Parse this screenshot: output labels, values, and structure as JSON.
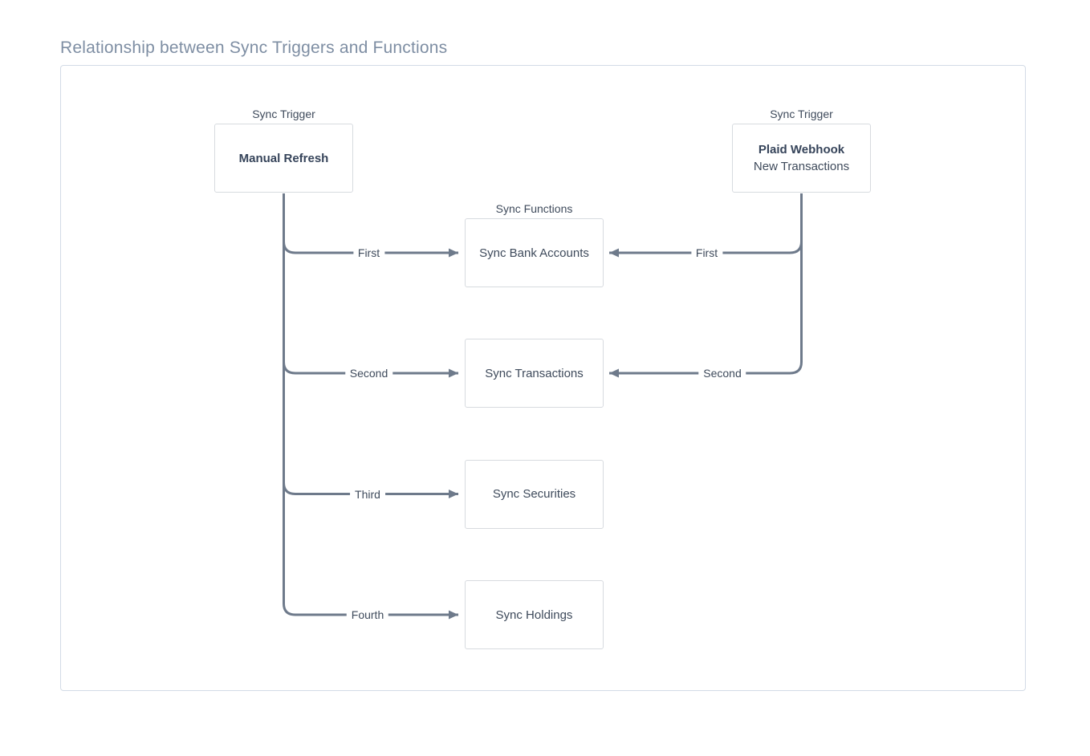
{
  "title": "Relationship between Sync Triggers and Functions",
  "diagram": {
    "trigger_group_label_left": "Sync Trigger",
    "trigger_group_label_right": "Sync Trigger",
    "functions_group_label": "Sync Functions",
    "triggers": [
      {
        "id": "manual-refresh",
        "title": "Manual Refresh"
      },
      {
        "id": "plaid-webhook",
        "title": "Plaid Webhook",
        "subtitle": "New Transactions"
      }
    ],
    "functions": [
      {
        "id": "sync-bank-accounts",
        "label": "Sync Bank Accounts"
      },
      {
        "id": "sync-transactions",
        "label": "Sync Transactions"
      },
      {
        "id": "sync-securities",
        "label": "Sync Securities"
      },
      {
        "id": "sync-holdings",
        "label": "Sync Holdings"
      }
    ],
    "edges": [
      {
        "from": "Manual Refresh",
        "to": "Sync Bank Accounts",
        "label": "First"
      },
      {
        "from": "Manual Refresh",
        "to": "Sync Transactions",
        "label": "Second"
      },
      {
        "from": "Manual Refresh",
        "to": "Sync Securities",
        "label": "Third"
      },
      {
        "from": "Manual Refresh",
        "to": "Sync Holdings",
        "label": "Fourth"
      },
      {
        "from": "Plaid Webhook",
        "to": "Sync Bank Accounts",
        "label": "First"
      },
      {
        "from": "Plaid Webhook",
        "to": "Sync Transactions",
        "label": "Second"
      }
    ],
    "colors": {
      "edge_line": "#6e7a8b",
      "title_text": "#7e8ea3",
      "container_border": "#d3dbe6",
      "node_border": "#d7dbdf",
      "node_text": "#36445a",
      "edge_label_text": "#3e4a5b",
      "background": "#ffffff"
    }
  }
}
